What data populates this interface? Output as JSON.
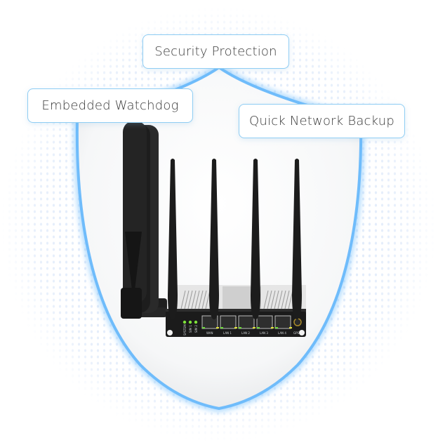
{
  "features": [
    {
      "label": "Security Protection"
    },
    {
      "label": "Embedded Watchdog"
    },
    {
      "label": "Quick Network Backup"
    }
  ],
  "device": {
    "name": "router",
    "led_labels": [
      "SYSTEM",
      "SIM 1",
      "SIM 2"
    ],
    "port_labels": [
      "WAN",
      "LAN 1",
      "LAN 2",
      "LAN 3",
      "LAN 4",
      "GPS"
    ],
    "led_color": "#7ee23a"
  },
  "colors": {
    "shield_outline": "#6fbcfb",
    "badge_border": "#8fcdf3",
    "dots": "#cfe0f7"
  }
}
